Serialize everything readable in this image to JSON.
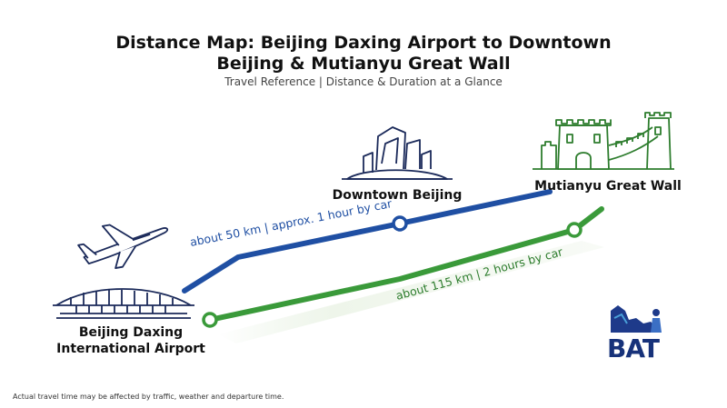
{
  "header": {
    "title_line1": "Distance Map: Beijing Daxing Airport to Downtown",
    "title_line2": "Beijing & Mutianyu Great Wall",
    "subtitle": "Travel Reference | Distance & Duration at a Glance"
  },
  "locations": {
    "airport_line1": "Beijing Daxing",
    "airport_line2": "International Airport",
    "downtown": "Downtown Beijing",
    "great_wall": "Mutianyu Great Wall"
  },
  "routes": {
    "downtown": {
      "label": "about 50 km | approx. 1 hour by car",
      "color": "#1f4fa3"
    },
    "great_wall": {
      "label": "about 115 km | 2 hours by car",
      "color": "#3a9a3a"
    }
  },
  "footnote": "Actual travel time may be affected by traffic, weather and departure time.",
  "logo": {
    "text": "BAT",
    "color": "#17327a"
  },
  "icons": [
    "airplane-icon",
    "airport-terminal-icon",
    "downtown-skyline-icon",
    "great-wall-icon",
    "logo-great-wall-icon"
  ]
}
